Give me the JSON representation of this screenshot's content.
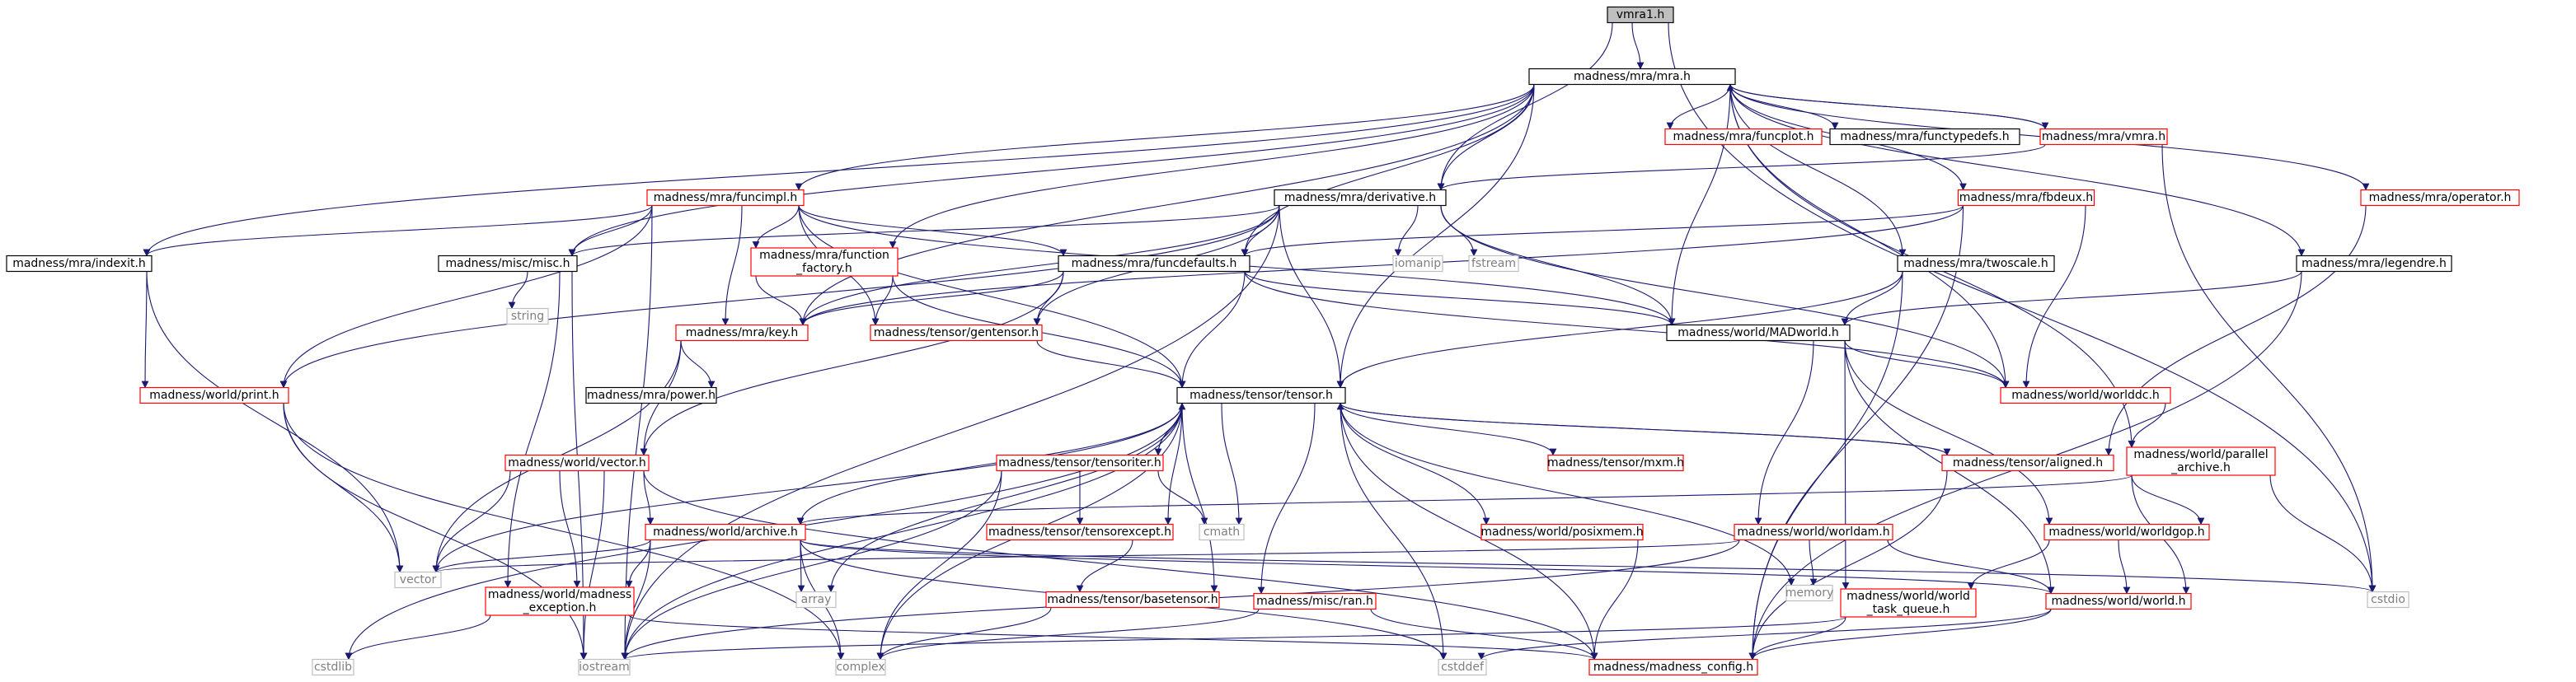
{
  "title": "vmra1.h",
  "colors": {
    "root_fill": "#bfbfbf",
    "internal_border": "#000000",
    "truncated_border": "#ff0000",
    "system_border": "#bfbfbf",
    "system_text": "#7f7f7f",
    "edge": "#191970"
  },
  "nodes": [
    {
      "id": "vmra1",
      "label": "vmra1.h",
      "kind": "root"
    },
    {
      "id": "mra",
      "label": "madness/mra/mra.h",
      "kind": "internal"
    },
    {
      "id": "funcplot",
      "label": "madness/mra/funcplot.h",
      "kind": "truncated"
    },
    {
      "id": "functypedefs",
      "label": "madness/mra/functypedefs.h",
      "kind": "internal"
    },
    {
      "id": "vmra",
      "label": "madness/mra/vmra.h",
      "kind": "truncated"
    },
    {
      "id": "operator",
      "label": "madness/mra/operator.h",
      "kind": "truncated"
    },
    {
      "id": "funcimpl",
      "label": "madness/mra/funcimpl.h",
      "kind": "truncated"
    },
    {
      "id": "derivative",
      "label": "madness/mra/derivative.h",
      "kind": "internal"
    },
    {
      "id": "fbdeux",
      "label": "madness/mra/fbdeux.h",
      "kind": "truncated"
    },
    {
      "id": "legendre",
      "label": "madness/mra/legendre.h",
      "kind": "internal"
    },
    {
      "id": "indexit",
      "label": "madness/mra/indexit.h",
      "kind": "internal"
    },
    {
      "id": "misc",
      "label": "madness/misc/misc.h",
      "kind": "internal"
    },
    {
      "id": "function_factory",
      "label": "madness/mra/function\n_factory.h",
      "kind": "truncated"
    },
    {
      "id": "funcdefaults",
      "label": "madness/mra/funcdefaults.h",
      "kind": "internal"
    },
    {
      "id": "iomanip",
      "label": "iomanip",
      "kind": "system"
    },
    {
      "id": "fstream",
      "label": "fstream",
      "kind": "system"
    },
    {
      "id": "twoscale",
      "label": "madness/mra/twoscale.h",
      "kind": "internal"
    },
    {
      "id": "string",
      "label": "string",
      "kind": "system"
    },
    {
      "id": "key",
      "label": "madness/mra/key.h",
      "kind": "truncated"
    },
    {
      "id": "gentensor",
      "label": "madness/tensor/gentensor.h",
      "kind": "truncated"
    },
    {
      "id": "MADworld",
      "label": "madness/world/MADworld.h",
      "kind": "internal"
    },
    {
      "id": "print",
      "label": "madness/world/print.h",
      "kind": "truncated"
    },
    {
      "id": "power",
      "label": "madness/mra/power.h",
      "kind": "internal"
    },
    {
      "id": "tensor",
      "label": "madness/tensor/tensor.h",
      "kind": "internal"
    },
    {
      "id": "worlddc",
      "label": "madness/world/worlddc.h",
      "kind": "truncated"
    },
    {
      "id": "vector_h",
      "label": "madness/world/vector.h",
      "kind": "truncated"
    },
    {
      "id": "tensoriter",
      "label": "madness/tensor/tensoriter.h",
      "kind": "truncated"
    },
    {
      "id": "mxm",
      "label": "madness/tensor/mxm.h",
      "kind": "truncated"
    },
    {
      "id": "aligned",
      "label": "madness/tensor/aligned.h",
      "kind": "truncated"
    },
    {
      "id": "parallel_archive",
      "label": "madness/world/parallel\n_archive.h",
      "kind": "truncated"
    },
    {
      "id": "archive",
      "label": "madness/world/archive.h",
      "kind": "truncated"
    },
    {
      "id": "tensorexcept",
      "label": "madness/tensor/tensorexcept.h",
      "kind": "truncated"
    },
    {
      "id": "cmath",
      "label": "cmath",
      "kind": "system"
    },
    {
      "id": "posixmem",
      "label": "madness/world/posixmem.h",
      "kind": "truncated"
    },
    {
      "id": "worldam",
      "label": "madness/world/worldam.h",
      "kind": "truncated"
    },
    {
      "id": "worldgop",
      "label": "madness/world/worldgop.h",
      "kind": "truncated"
    },
    {
      "id": "vector",
      "label": "vector",
      "kind": "system"
    },
    {
      "id": "array",
      "label": "array",
      "kind": "system"
    },
    {
      "id": "memory",
      "label": "memory",
      "kind": "system"
    },
    {
      "id": "cstdio",
      "label": "cstdio",
      "kind": "system"
    },
    {
      "id": "madness_exception",
      "label": "madness/world/madness\n_exception.h",
      "kind": "truncated"
    },
    {
      "id": "basetensor",
      "label": "madness/tensor/basetensor.h",
      "kind": "truncated"
    },
    {
      "id": "ran",
      "label": "madness/misc/ran.h",
      "kind": "truncated"
    },
    {
      "id": "world_task_queue",
      "label": "madness/world/world\n_task_queue.h",
      "kind": "truncated"
    },
    {
      "id": "world",
      "label": "madness/world/world.h",
      "kind": "truncated"
    },
    {
      "id": "cstdlib",
      "label": "cstdlib",
      "kind": "system"
    },
    {
      "id": "iostream",
      "label": "iostream",
      "kind": "system"
    },
    {
      "id": "complex",
      "label": "complex",
      "kind": "system"
    },
    {
      "id": "cstddef",
      "label": "cstddef",
      "kind": "system"
    },
    {
      "id": "madness_config",
      "label": "madness/madness_config.h",
      "kind": "truncated"
    }
  ],
  "edges": [
    [
      "vmra1",
      "mra"
    ],
    [
      "vmra1",
      "derivative"
    ],
    [
      "vmra1",
      "cstdio"
    ],
    [
      "mra",
      "funcplot"
    ],
    [
      "mra",
      "functypedefs"
    ],
    [
      "mra",
      "vmra"
    ],
    [
      "mra",
      "operator"
    ],
    [
      "mra",
      "funcimpl"
    ],
    [
      "mra",
      "derivative"
    ],
    [
      "mra",
      "fbdeux"
    ],
    [
      "mra",
      "legendre"
    ],
    [
      "mra",
      "indexit"
    ],
    [
      "mra",
      "misc"
    ],
    [
      "mra",
      "function_factory"
    ],
    [
      "mra",
      "funcdefaults"
    ],
    [
      "mra",
      "twoscale"
    ],
    [
      "mra",
      "key"
    ],
    [
      "mra",
      "MADworld"
    ],
    [
      "mra",
      "tensor"
    ],
    [
      "mra",
      "worlddc"
    ],
    [
      "mra",
      "parallel_archive"
    ],
    [
      "vmra",
      "mra"
    ],
    [
      "vmra",
      "derivative"
    ],
    [
      "vmra",
      "cstdio"
    ],
    [
      "operator",
      "aligned"
    ],
    [
      "funcimpl",
      "indexit"
    ],
    [
      "funcimpl",
      "misc"
    ],
    [
      "funcimpl",
      "function_factory"
    ],
    [
      "funcimpl",
      "funcdefaults"
    ],
    [
      "funcimpl",
      "key"
    ],
    [
      "funcimpl",
      "gentensor"
    ],
    [
      "funcimpl",
      "MADworld"
    ],
    [
      "funcimpl",
      "print"
    ],
    [
      "funcimpl",
      "tensor"
    ],
    [
      "funcimpl",
      "iostream"
    ],
    [
      "derivative",
      "misc"
    ],
    [
      "derivative",
      "funcdefaults"
    ],
    [
      "derivative",
      "iomanip"
    ],
    [
      "derivative",
      "fstream"
    ],
    [
      "derivative",
      "key"
    ],
    [
      "derivative",
      "gentensor"
    ],
    [
      "derivative",
      "MADworld"
    ],
    [
      "derivative",
      "print"
    ],
    [
      "derivative",
      "tensor"
    ],
    [
      "derivative",
      "worlddc"
    ],
    [
      "derivative",
      "iostream"
    ],
    [
      "fbdeux",
      "funcdefaults"
    ],
    [
      "fbdeux",
      "key"
    ],
    [
      "fbdeux",
      "worlddc"
    ],
    [
      "fbdeux",
      "madness_config"
    ],
    [
      "legendre",
      "MADworld"
    ],
    [
      "legendre",
      "madness_config"
    ],
    [
      "indexit",
      "print"
    ],
    [
      "indexit",
      "vector"
    ],
    [
      "misc",
      "string"
    ],
    [
      "misc",
      "madness_exception"
    ],
    [
      "misc",
      "iostream"
    ],
    [
      "function_factory",
      "key"
    ],
    [
      "function_factory",
      "gentensor"
    ],
    [
      "function_factory",
      "tensor"
    ],
    [
      "funcdefaults",
      "key"
    ],
    [
      "funcdefaults",
      "gentensor"
    ],
    [
      "funcdefaults",
      "MADworld"
    ],
    [
      "funcdefaults",
      "tensor"
    ],
    [
      "funcdefaults",
      "worlddc"
    ],
    [
      "funcdefaults",
      "vector_h"
    ],
    [
      "twoscale",
      "MADworld"
    ],
    [
      "twoscale",
      "tensor"
    ],
    [
      "twoscale",
      "madness_config"
    ],
    [
      "key",
      "power"
    ],
    [
      "key",
      "vector_h"
    ],
    [
      "key",
      "vector"
    ],
    [
      "gentensor",
      "tensor"
    ],
    [
      "MADworld",
      "worlddc"
    ],
    [
      "MADworld",
      "worldam"
    ],
    [
      "MADworld",
      "worldgop"
    ],
    [
      "MADworld",
      "world"
    ],
    [
      "MADworld",
      "world_task_queue"
    ],
    [
      "print",
      "vector"
    ],
    [
      "print",
      "iostream"
    ],
    [
      "print",
      "complex"
    ],
    [
      "tensor",
      "tensoriter"
    ],
    [
      "tensor",
      "mxm"
    ],
    [
      "tensor",
      "aligned"
    ],
    [
      "tensor",
      "archive"
    ],
    [
      "tensor",
      "tensorexcept"
    ],
    [
      "tensor",
      "cmath"
    ],
    [
      "tensor",
      "posixmem"
    ],
    [
      "tensor",
      "vector"
    ],
    [
      "tensor",
      "array"
    ],
    [
      "tensor",
      "memory"
    ],
    [
      "tensor",
      "basetensor"
    ],
    [
      "tensor",
      "ran"
    ],
    [
      "tensor",
      "iostream"
    ],
    [
      "tensor",
      "complex"
    ],
    [
      "tensor",
      "cstddef"
    ],
    [
      "tensor",
      "cstdlib"
    ],
    [
      "tensor",
      "madness_config"
    ],
    [
      "worlddc",
      "parallel_archive"
    ],
    [
      "vector_h",
      "archive"
    ],
    [
      "vector_h",
      "madness_exception"
    ],
    [
      "vector_h",
      "vector"
    ],
    [
      "vector_h",
      "iostream"
    ],
    [
      "vector_h",
      "madness_config"
    ],
    [
      "tensoriter",
      "tensor"
    ],
    [
      "tensoriter",
      "tensorexcept"
    ],
    [
      "tensoriter",
      "cmath"
    ],
    [
      "tensoriter",
      "iostream"
    ],
    [
      "tensoriter",
      "complex"
    ],
    [
      "aligned",
      "tensor"
    ],
    [
      "aligned",
      "madness_config"
    ],
    [
      "parallel_archive",
      "archive"
    ],
    [
      "parallel_archive",
      "worldgop"
    ],
    [
      "parallel_archive",
      "cstdio"
    ],
    [
      "parallel_archive",
      "world"
    ],
    [
      "archive",
      "vector"
    ],
    [
      "archive",
      "array"
    ],
    [
      "archive",
      "madness_exception"
    ],
    [
      "archive",
      "iostream"
    ],
    [
      "archive",
      "complex"
    ],
    [
      "archive",
      "cstddef"
    ],
    [
      "archive",
      "world"
    ],
    [
      "archive",
      "cstdio"
    ],
    [
      "tensorexcept",
      "basetensor"
    ],
    [
      "posixmem",
      "madness_config"
    ],
    [
      "worldam",
      "vector"
    ],
    [
      "worldam",
      "memory"
    ],
    [
      "worldam",
      "world"
    ],
    [
      "worldam",
      "iostream"
    ],
    [
      "worldgop",
      "world_task_queue"
    ],
    [
      "worldgop",
      "world"
    ],
    [
      "madness_exception",
      "cstdlib"
    ],
    [
      "madness_exception",
      "madness_config"
    ],
    [
      "basetensor",
      "complex"
    ],
    [
      "ran",
      "complex"
    ],
    [
      "ran",
      "madness_config"
    ],
    [
      "world_task_queue",
      "iostream"
    ],
    [
      "world_task_queue",
      "madness_config"
    ],
    [
      "world",
      "cstddef"
    ],
    [
      "world",
      "madness_config"
    ]
  ]
}
